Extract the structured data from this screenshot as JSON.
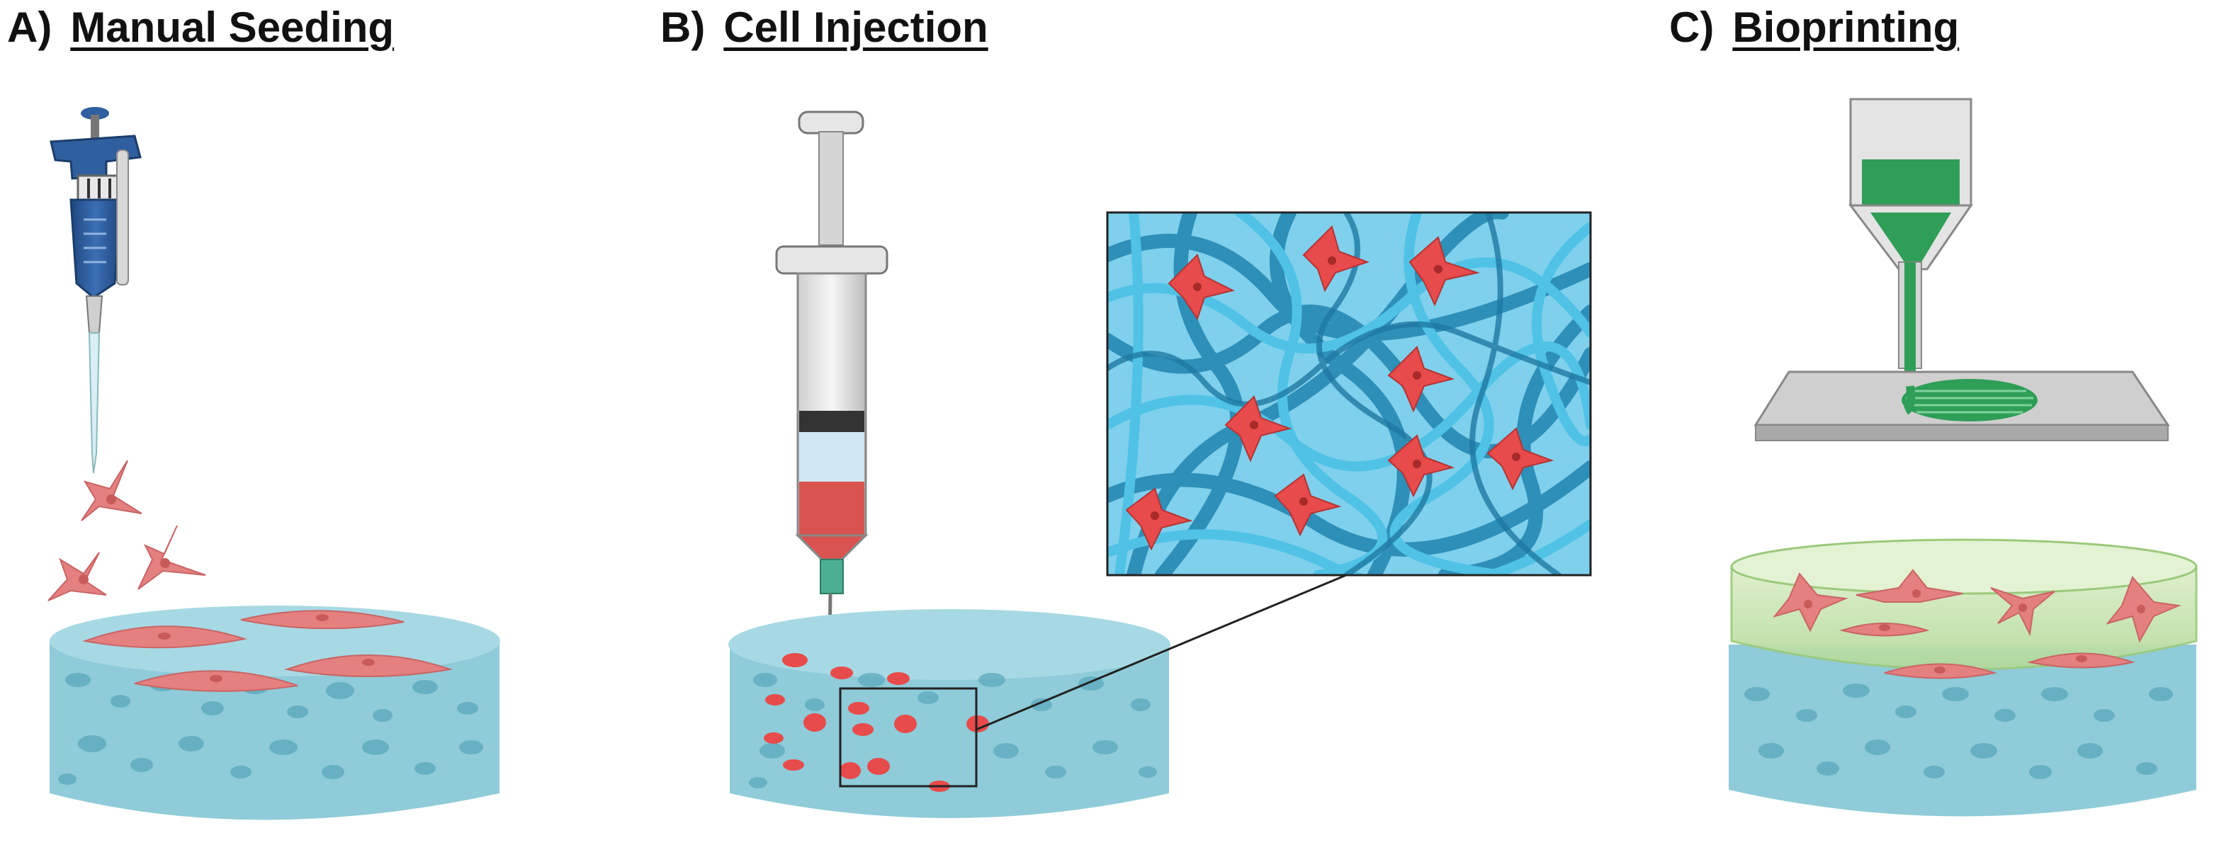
{
  "panels": [
    {
      "letter": "A)",
      "title": "Manual Seeding"
    },
    {
      "letter": "B)",
      "title": "Cell Injection"
    },
    {
      "letter": "C)",
      "title": "Bioprinting"
    }
  ],
  "colors": {
    "scaffold": "#8fcbd8",
    "scaffold_pore": "#5aa7bd",
    "cell": "#e4807f",
    "cell_injected": "#e84b4b",
    "pipette": "#2f5f9f",
    "fiber": "#3fb3d8",
    "bioink": "#2f9e57",
    "hydrogel": "#c8e3b0"
  },
  "icons": [
    "pipette-icon",
    "syringe-icon",
    "bioprinter-nozzle-icon",
    "scaffold-icon",
    "cell-icon"
  ]
}
